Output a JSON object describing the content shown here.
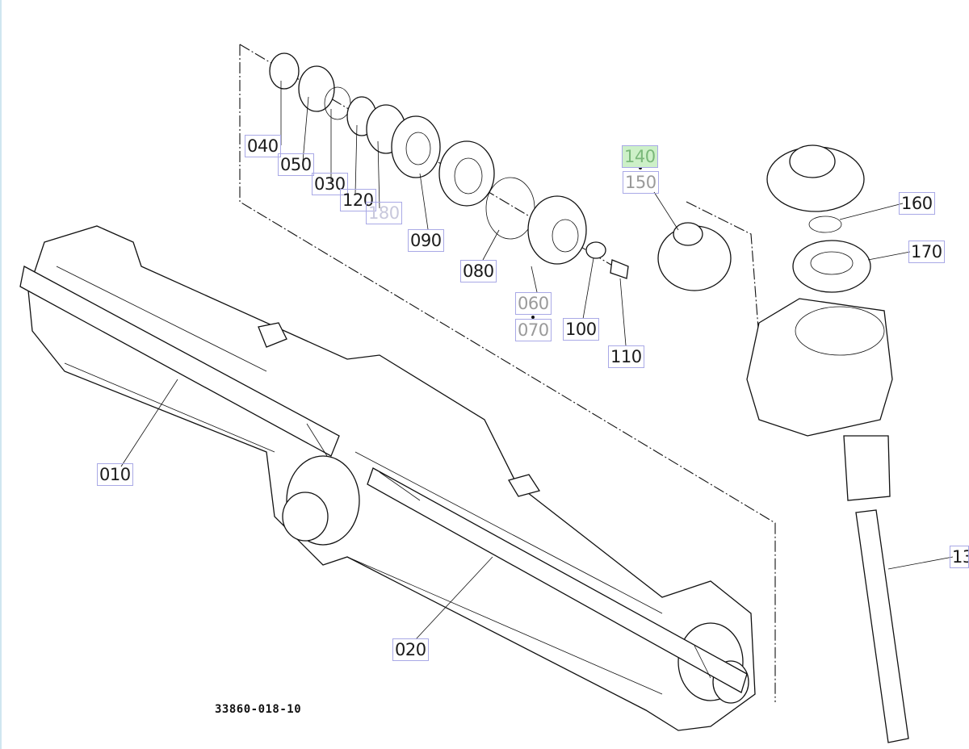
{
  "drawing_number": "33860-018-10",
  "callouts": {
    "c010": "010",
    "c020": "020",
    "c030": "030",
    "c040": "040",
    "c050": "050",
    "c060": "060",
    "c070": "070",
    "c080": "080",
    "c090": "090",
    "c100": "100",
    "c110": "110",
    "c120": "120",
    "c130": "13",
    "c140": "140",
    "c150": "150",
    "c160": "160",
    "c170": "170",
    "c180": "180"
  },
  "selected_callout": "140",
  "colors": {
    "label_border": "#a9a9e6",
    "selected_fill": "#cdf0c8",
    "faded_text": "#9a9a9a"
  }
}
